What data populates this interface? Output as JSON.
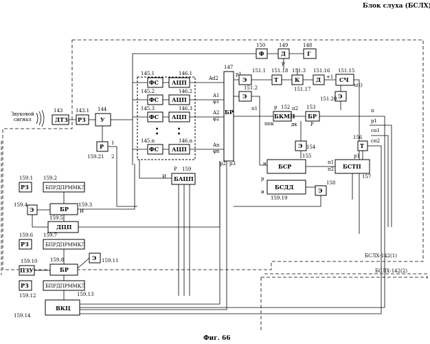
{
  "title": "Блок слуха (БСЛХ)",
  "caption": "Фиг. 66",
  "input_label_1": "Звуковой",
  "input_label_2": "сигнал",
  "region_labels": {
    "main": "БСЛХ-142(1)",
    "second": "БСЛХ-142(2)"
  },
  "blocks": {
    "dtz": "ДТЗ",
    "r3": "РЗ",
    "u": "У",
    "r_left": "Р",
    "fs": "ФС",
    "acp": "АЦП",
    "br_main": "БР",
    "e1": "Э",
    "e2": "Э",
    "f": "Ф",
    "d_top": "Д",
    "g": "Г",
    "t1": "Т",
    "k": "К",
    "d2": "Д",
    "sch": "СЧ",
    "e3": "Э",
    "bkmp": "БКМП",
    "br2": "БР",
    "e4": "Э",
    "t2": "Т",
    "bsr": "БСР",
    "bstp": "БСТП",
    "bsdd": "БСДД",
    "e5": "Э",
    "bacp": "БАЦП",
    "r3_a": "РЗ",
    "bprd_a": "БПРДПРММКЛ",
    "br_a": "БР",
    "e_a": "Э",
    "dcp": "ДЦП",
    "r3_b": "РЗ",
    "bprd_b": "БПРДПРММКЛ",
    "pzu": "ПЗУ",
    "br_b": "БР",
    "e_b": "Э",
    "r3_c": "РЗ",
    "bprd_c": "БПРДПРММКЛ",
    "vkc": "ВКЦ"
  },
  "numbers": {
    "n143": "143",
    "n1431": "143.1",
    "n144": "144",
    "n15921": "159.21",
    "n1451": "145.1",
    "n1461": "146.1",
    "n1452": "145.2",
    "n1462": "146.2",
    "n1453": "145.3",
    "n1463": "146.3",
    "n145n": "145.n",
    "n146n": "146.n",
    "n147": "147",
    "n1511": "151.1",
    "n1512": "151.2",
    "n150": "150",
    "n149": "149",
    "n148": "148",
    "n15118": "151.18",
    "n1513": "151.3",
    "n15116": "151.16",
    "n15115": "151.15",
    "n15117": "151.17",
    "n15120": "151.20",
    "n152": "152",
    "n153": "153",
    "n154": "154",
    "n156": "156",
    "n155": "155",
    "n157": "157",
    "n158": "158",
    "n15919": "159.19",
    "n159": "159",
    "n1591": "159.1",
    "n1592": "159.2",
    "n1594": "159.4",
    "n1593": "159.3",
    "n1595": "159.5",
    "n1596": "159.6",
    "n1597": "159.7",
    "n15910": "159.10",
    "n1598": "159.8",
    "n15911": "159.11",
    "n15912": "159.12",
    "n15913": "159.13",
    "n15914": "159.14"
  },
  "signals": {
    "ad2": "Ad2",
    "a1": "A1",
    "phi1": "φ1",
    "a2": "A2",
    "phi2": "φ2",
    "an": "An",
    "phin": "φn",
    "br_lab": "БР",
    "i_lab": "И",
    "p_lab": "Р",
    "n1": "п1",
    "n2": "п2",
    "p1": "р1",
    "p2": "р2",
    "p3": "р3",
    "ppk": "ппк",
    "dk": "дк",
    "n_lab": "п",
    "pk": "пк",
    "sch1": "сп1",
    "sch2": "сп2",
    "u_t": "u(t)",
    "plus1": "+1",
    "one": "1",
    "two": "2",
    "r_lab": "р",
    "i2": "и"
  }
}
